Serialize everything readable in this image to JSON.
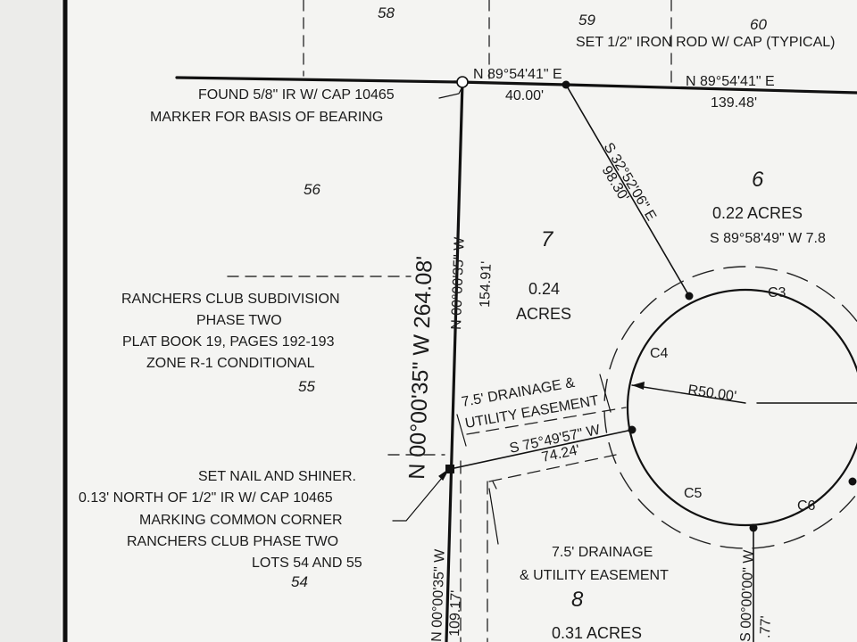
{
  "lots": {
    "l58": "58",
    "l59": "59",
    "l60": "60",
    "l56": "56",
    "l55": "55",
    "l54": "54",
    "l6": "6",
    "l7": "7",
    "l8": "8"
  },
  "areas": {
    "lot6": "0.22 ACRES",
    "lot7_num": "0.24",
    "lot7_unit": "ACRES",
    "lot8": "0.31 ACRES"
  },
  "bearings": {
    "top_north_1": "N 89°54'41\" E",
    "top_dist_1": "40.00'",
    "top_north_2": "N 89°54'41\" E",
    "top_dist_2": "139.48'",
    "diag_bearing": "S 32°52'06\" E",
    "diag_dist": "98.30'",
    "lot6_bearing": "S 89°58'49\" W  7.8",
    "west_main": "N 00°00'35\" W  264.08'",
    "west_upper_bearing": "N 00°00'35\" W",
    "west_upper_dist": "154.91'",
    "south_bearing": "S 75°49'57\" W",
    "south_dist": "74.24'",
    "west_lower_bearing": "N 00°00'35\" W",
    "west_lower_dist": "109.17'",
    "lot8_east_bearing": "S 00°00'00\" W",
    "lot8_east_dist": ".77'",
    "radius": "R50.00'"
  },
  "curves": {
    "c3": "C3",
    "c4": "C4",
    "c5": "C5",
    "c6": "C6"
  },
  "notes": {
    "set_rod": "SET 1/2\" IRON ROD W/ CAP (TYPICAL)",
    "found_1": "FOUND 5/8\" IR W/ CAP 10465",
    "found_2": "MARKER FOR BASIS OF BEARING",
    "sub_1": "RANCHERS CLUB SUBDIVISION",
    "sub_2": "PHASE TWO",
    "sub_3": "PLAT BOOK 19, PAGES 192-193",
    "sub_4": "ZONE R-1 CONDITIONAL",
    "ease1_1": "7.5' DRAINAGE &",
    "ease1_2": "UTILITY EASEMENT",
    "ease2_1": "7.5' DRAINAGE",
    "ease2_2": "& UTILITY EASEMENT",
    "nail_1": "SET NAIL AND SHINER.",
    "nail_2": "0.13' NORTH OF 1/2\" IR W/ CAP 10465",
    "nail_3": "MARKING COMMON CORNER",
    "nail_4": "RANCHERS CLUB PHASE TWO",
    "nail_5": "LOTS 54 AND 55"
  }
}
